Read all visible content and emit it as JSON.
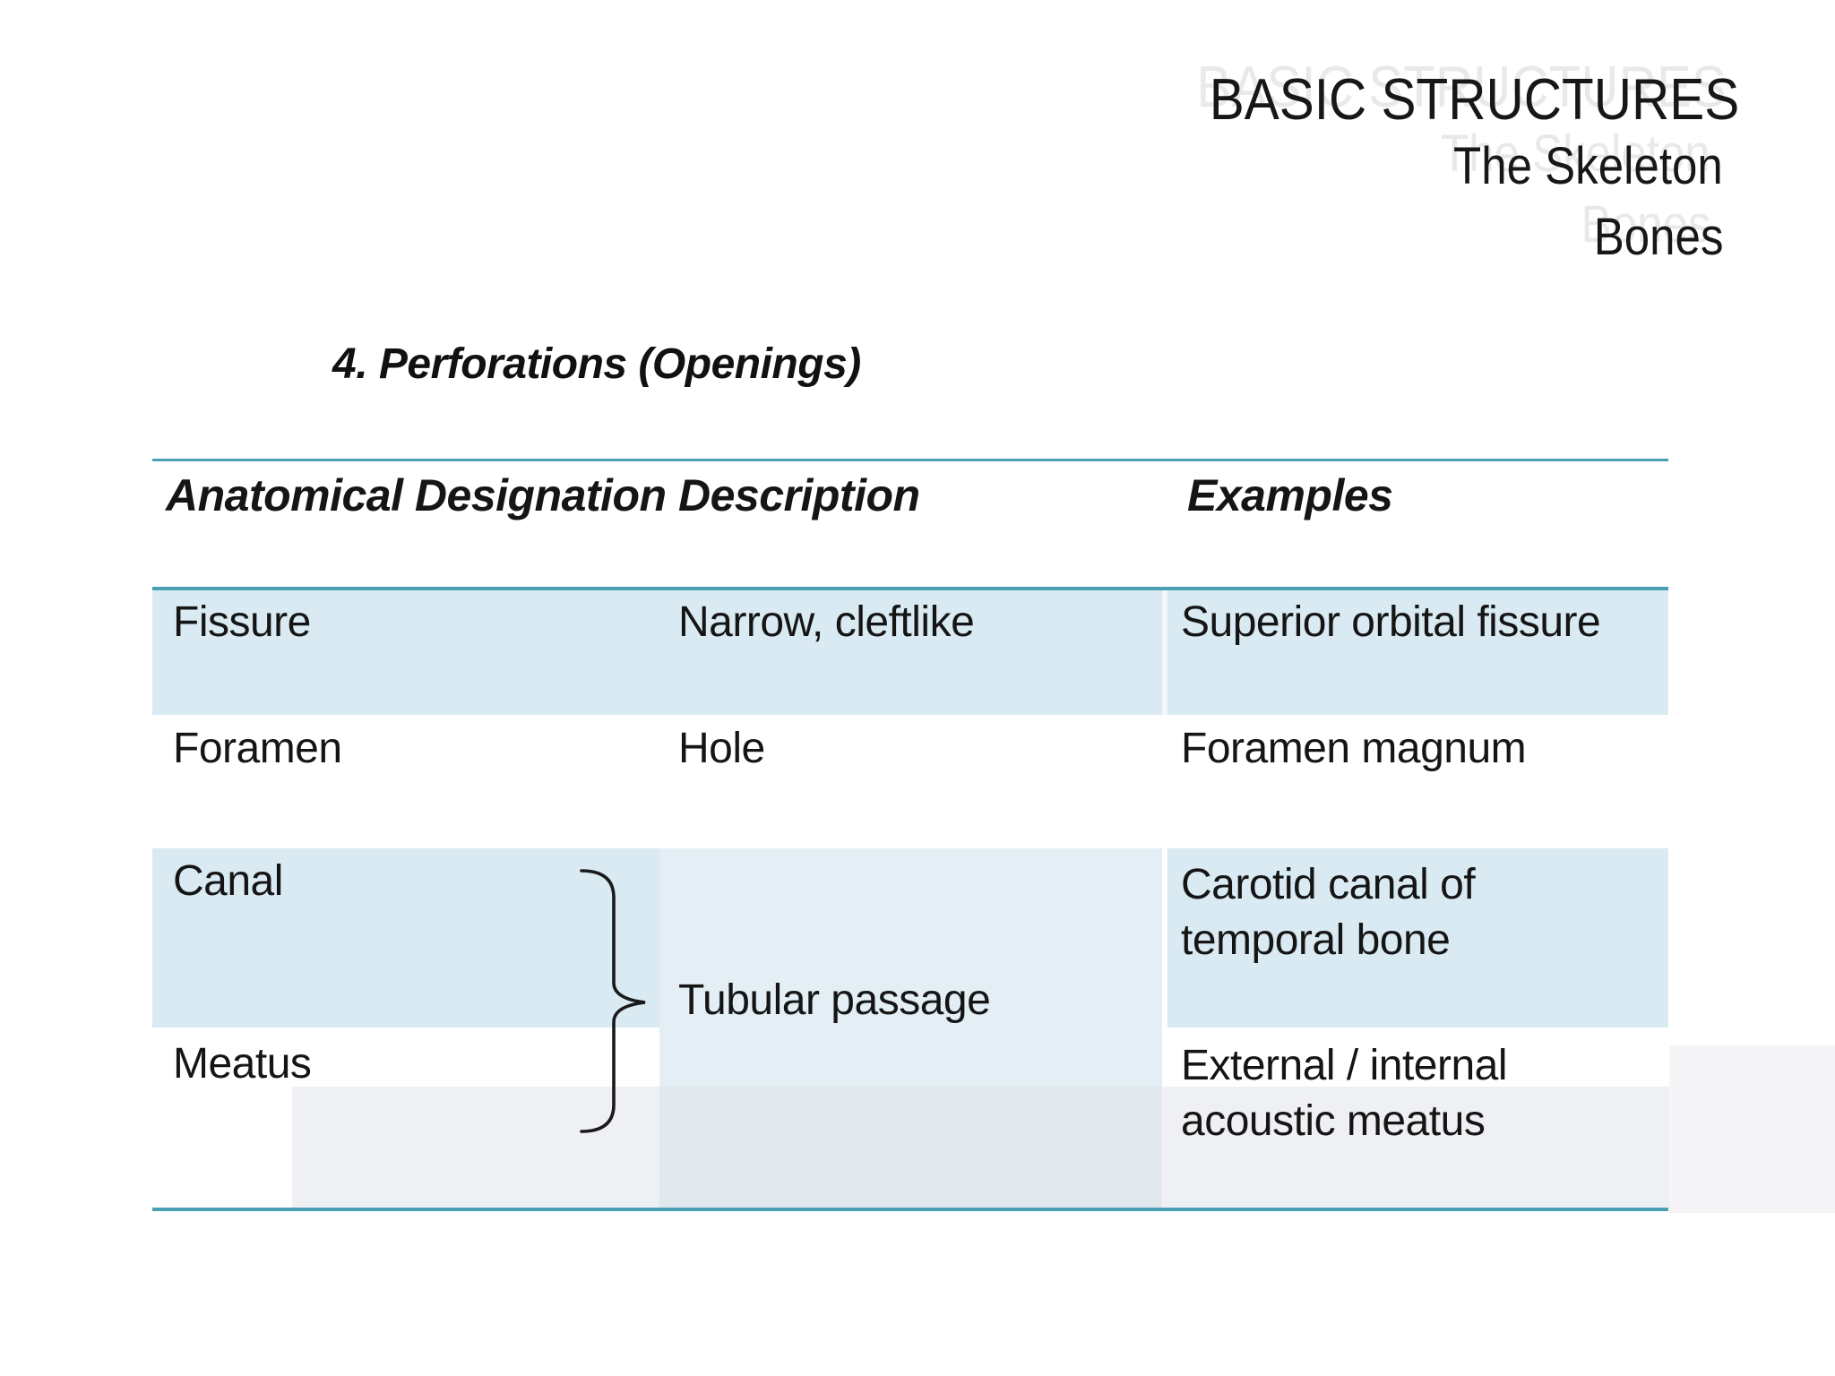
{
  "slide": {
    "title": "BASIC STRUCTURES",
    "subtitle1": "The Skeleton",
    "subtitle2": "Bones",
    "section_heading": "4. Perforations (Openings)"
  },
  "table": {
    "headers": [
      "Anatomical Designation",
      "Description",
      "Examples"
    ],
    "rows": [
      {
        "designation": "Fissure",
        "description": "Narrow, cleftlike",
        "example": "Superior orbital fissure"
      },
      {
        "designation": "Foramen",
        "description": "Hole",
        "example": "Foramen magnum"
      },
      {
        "designation": "Canal",
        "example": "Carotid canal of temporal bone"
      },
      {
        "designation": "Meatus",
        "example": "External / internal acoustic meatus"
      }
    ],
    "merged_description_rows_3_4": "Tubular passage"
  },
  "colors": {
    "accent_teal": "#4aa0b2",
    "row_blue": "#d9eaf2",
    "merged_band_blue": "#e3eef5",
    "ghost_title_gray": "#eae9e7",
    "overlay_gray": "#f5f5f8",
    "text": "#151515"
  }
}
